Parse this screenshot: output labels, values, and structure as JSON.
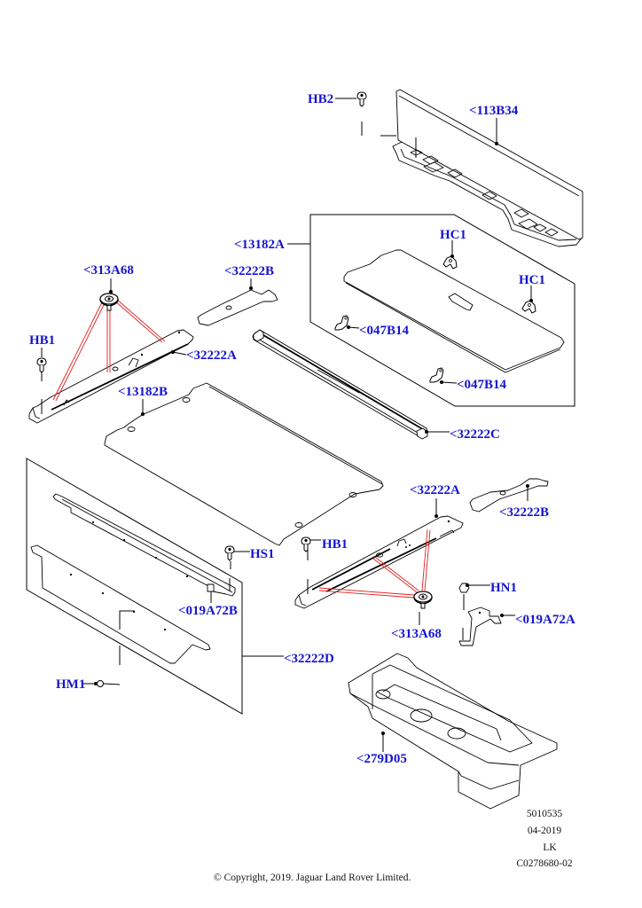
{
  "colors": {
    "callout_text": "#1414d2",
    "line_art": "#000000",
    "fixing_guide_lines": "#e02020",
    "background": "#ffffff"
  },
  "diagram": {
    "callouts": [
      {
        "label": "HB2",
        "part": "bolt"
      },
      {
        "label": "<113B34",
        "part": "rear seat back panel"
      },
      {
        "label": "<13182A",
        "part": "load space cover"
      },
      {
        "label": "HC1",
        "part": "clip"
      },
      {
        "label": "HC1",
        "part": "clip"
      },
      {
        "label": "<047B14",
        "part": "bracket"
      },
      {
        "label": "<047B14",
        "part": "bracket"
      },
      {
        "label": "<313A68",
        "part": "bush"
      },
      {
        "label": "<32222B",
        "part": "trim"
      },
      {
        "label": "HB1",
        "part": "bolt"
      },
      {
        "label": "<32222A",
        "part": "rail"
      },
      {
        "label": "<13182B",
        "part": "floor panel"
      },
      {
        "label": "<32222C",
        "part": "roller blind"
      },
      {
        "label": "<32222A",
        "part": "rail"
      },
      {
        "label": "<32222B",
        "part": "trim"
      },
      {
        "label": "HB1",
        "part": "bolt"
      },
      {
        "label": "HS1",
        "part": "screw"
      },
      {
        "label": "<019A72B",
        "part": "bracket"
      },
      {
        "label": "HN1",
        "part": "nut"
      },
      {
        "label": "<019A72A",
        "part": "bracket"
      },
      {
        "label": "<313A68",
        "part": "bush"
      },
      {
        "label": "<32222D",
        "part": "trim assembly"
      },
      {
        "label": "HM1",
        "part": "clip"
      },
      {
        "label": "<279D05",
        "part": "spare wheel tray"
      }
    ]
  },
  "footer": {
    "illustration_number": "5010535",
    "date": "04-2019",
    "author_code": "LK",
    "reference": "C0278680-02",
    "copyright": "© Copyright, 2019. Jaguar Land Rover Limited."
  }
}
